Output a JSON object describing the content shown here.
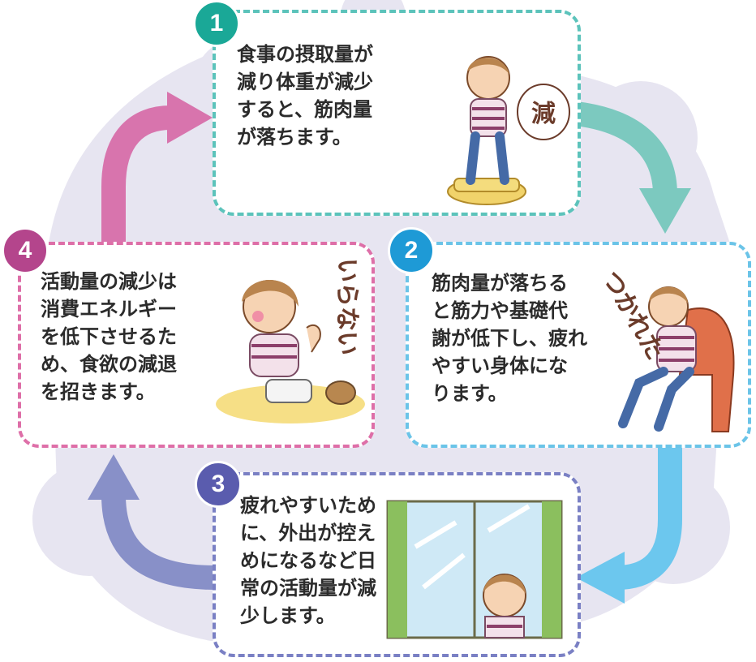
{
  "colors": {
    "step1": "#1aa897",
    "step2": "#1e9ad6",
    "step3": "#5a5cae",
    "step4": "#b4458c",
    "arrow1": "#7cc9bf",
    "arrow2": "#6cc7ee",
    "arrow3": "#8890c8",
    "arrow4": "#d874ad",
    "cloud": "#e7e5f1"
  },
  "steps": [
    {
      "number": "1",
      "text": "食事の摂取量が\n減り体重が減少\nすると、筋肉量\nが落ちます。",
      "illustration_label": "減"
    },
    {
      "number": "2",
      "text": "筋肉量が落ちる\nと筋力や基礎代\n謝が低下し、疲れ\nやすい身体にな\nります。",
      "illustration_label": "つかれた"
    },
    {
      "number": "3",
      "text": "疲れやすいため\nに、外出が控え\nめになるなど日\n常の活動量が減\n少します。"
    },
    {
      "number": "4",
      "text": "活動量の減少は\n消費エネルギー\nを低下させるた\nめ、食欲の減退\nを招きます。",
      "illustration_label": "いらない"
    }
  ]
}
